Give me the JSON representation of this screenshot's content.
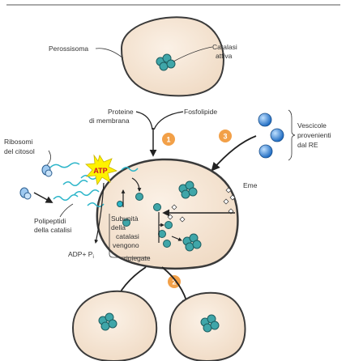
{
  "labels": {
    "peroxisome": "Perossisoma",
    "catalase_active_1": "Catalasi",
    "catalase_active_2": "attiva",
    "membrane_proteins_1": "Proteine",
    "membrane_proteins_2": "di membrana",
    "phospholipid": "Fosfolipide",
    "vesicles_1": "Vescicole",
    "vesicles_2": "provenienti",
    "vesicles_3": "dal RE",
    "ribosomes_1": "Ribosomi",
    "ribosomes_2": "del citosol",
    "atp": "ATP",
    "heme": "Eme",
    "polypeptides_1": "Polipeptidi",
    "polypeptides_2": "della catalisi",
    "adp_pi": "ADP+ P",
    "adp_pi_sub": "i",
    "subunits_1": "Subunità",
    "subunits_2": "della",
    "subunits_3": "catalasi",
    "subunits_4": "vengono",
    "subunits_5": "ripiegate"
  },
  "steps": [
    "1",
    "2",
    "3"
  ],
  "colors": {
    "cell_fill": "#f6e8d8",
    "cell_stroke": "#3a3a3a",
    "catalase": "#3fa6a9",
    "step_badge": "#f2a048",
    "vesicle": "#2f7fd0",
    "polypeptide": "#2bb5c9",
    "atp_star": "#fff200"
  }
}
